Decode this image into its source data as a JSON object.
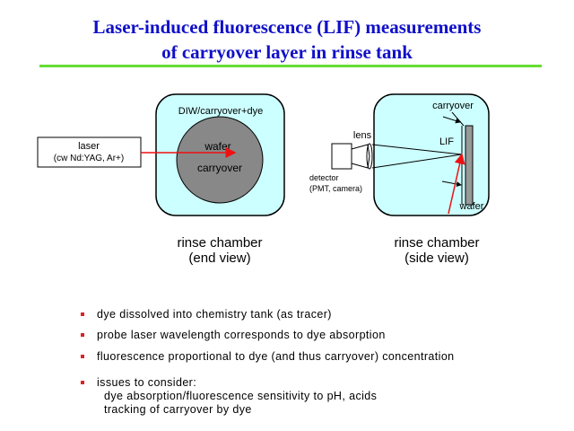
{
  "title": {
    "line1": "Laser-induced fluorescence (LIF) measurements",
    "line2": "of carryover layer in rinse tank"
  },
  "end_view": {
    "chamber_label": "DIW/carryover+dye",
    "wafer_label": "wafer",
    "carryover_label": "carryover",
    "laser_label_line1": "laser",
    "laser_label_line2": "(cw Nd:YAG, Ar+)",
    "caption_line1": "rinse chamber",
    "caption_line2": "(end view)"
  },
  "side_view": {
    "carryover_label": "carryover",
    "lens_label": "lens",
    "lif_label": "LIF",
    "detector_line1": "detector",
    "detector_line2": "(PMT, camera)",
    "wafer_label": "wafer",
    "caption_line1": "rinse chamber",
    "caption_line2": "(side view)"
  },
  "colors": {
    "chamber_fill": "#ccffff",
    "wafer_fill": "#888888",
    "laser": "#ee1111",
    "title": "#1010c8",
    "rule": "#66dd33"
  },
  "bullets": [
    "dye dissolved into chemistry tank (as tracer)",
    "probe laser wavelength corresponds to dye absorption",
    "fluorescence proportional to dye (and thus carryover) concentration",
    "issues to consider:"
  ],
  "issues": [
    "dye absorption/fluorescence sensitivity to pH, acids",
    "tracking of carryover by dye"
  ]
}
